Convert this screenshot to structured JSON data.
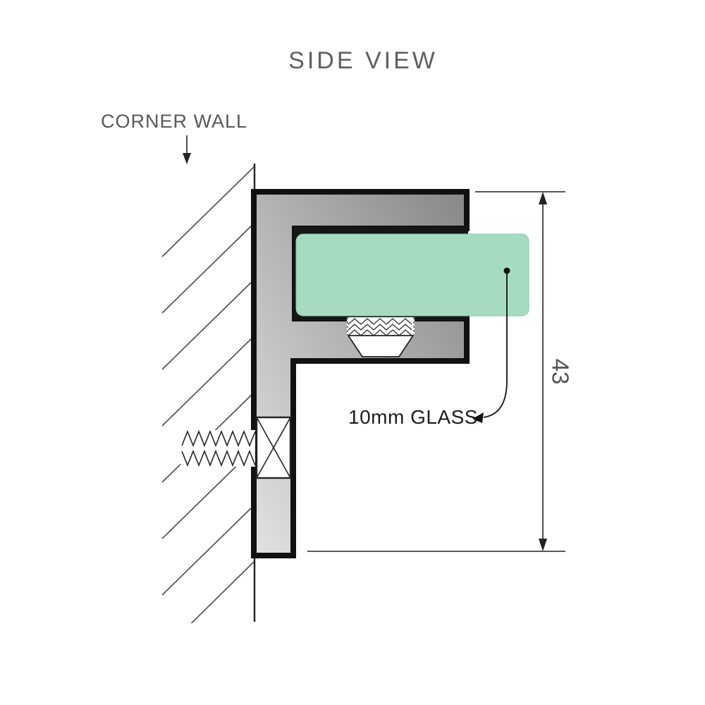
{
  "title": "SIDE VIEW",
  "wall": {
    "label": "CORNER WALL"
  },
  "glass": {
    "label": "10mm GLASS"
  },
  "dimension": {
    "value": "43"
  },
  "colors": {
    "glass": "#a5dcc1",
    "channel": "#161616",
    "bracket_light": "#e2e2e2",
    "bracket_dark": "#878787",
    "outline": "#111111",
    "text_gray": "#5f5f5f",
    "text_dark": "#1c1c1c"
  }
}
